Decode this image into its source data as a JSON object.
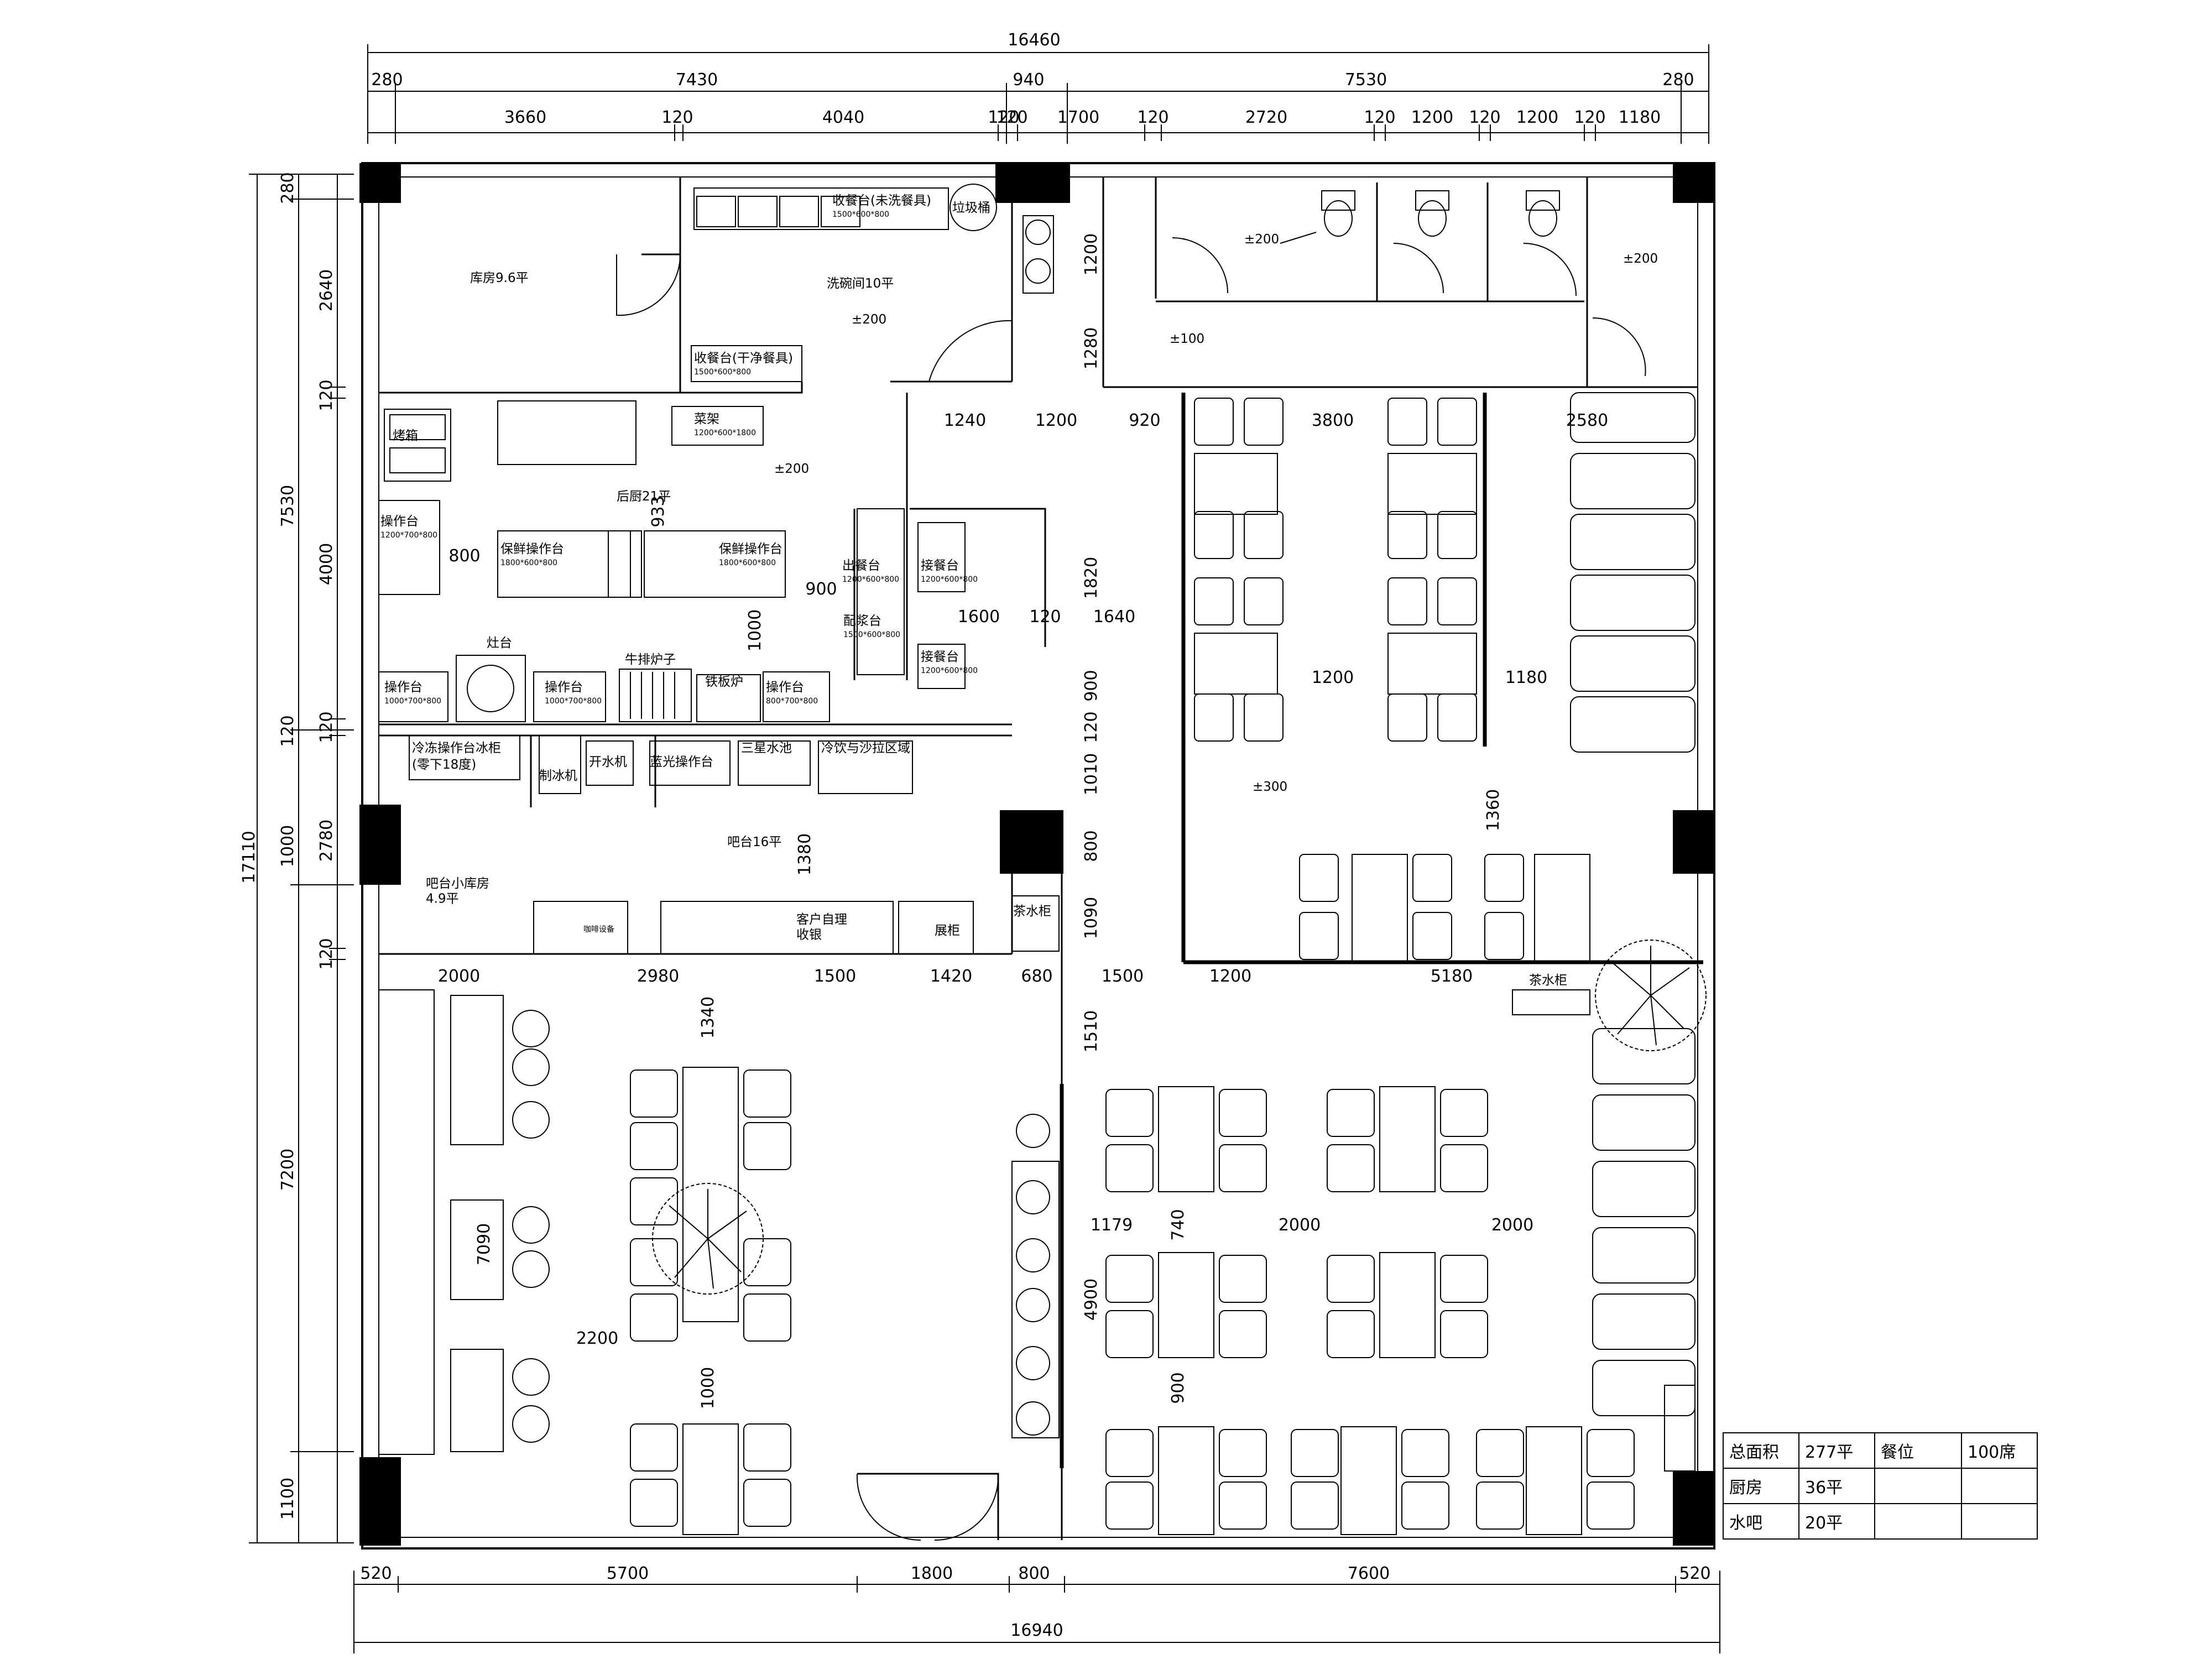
{
  "dimensions": {
    "top_overall": "16460",
    "top_row1": [
      "280",
      "7430",
      "940",
      "7530",
      "280"
    ],
    "top_row2": [
      "3660",
      "120",
      "4040",
      "120",
      "120",
      "1700",
      "120",
      "2720",
      "120",
      "1200",
      "120",
      "1200",
      "120",
      "1180"
    ],
    "left_overall": "17110",
    "left_row1": [
      "280",
      "7530",
      "120",
      "1000",
      "7200",
      "1100"
    ],
    "left_row2": [
      "2640",
      "120",
      "4000",
      "120",
      "2780",
      "120"
    ],
    "bottom_overall": "16940",
    "bottom_row": [
      "520",
      "5700",
      "1800",
      "800",
      "7600",
      "520"
    ],
    "interior": [
      "1240",
      "1200",
      "920",
      "3800",
      "2580",
      "1200",
      "1280",
      "800",
      "900",
      "1820",
      "1000",
      "1600",
      "120",
      "1640",
      "900",
      "120",
      "1010",
      "800",
      "1090",
      "1380",
      "1200",
      "1180",
      "1360",
      "2000",
      "2980",
      "1500",
      "1420",
      "680",
      "1500",
      "1200",
      "5180",
      "1340",
      "1510",
      "7090",
      "2200",
      "1000",
      "1179",
      "740",
      "2000",
      "2000",
      "4900",
      "900",
      "933"
    ]
  },
  "rooms": {
    "storage": "库房9.6平",
    "dish_room": "洗碗间10平",
    "back_kitchen": "后厨21平",
    "bar": "吧台16平",
    "bar_storage": "吧台小库房\n4.9平"
  },
  "equipment": [
    {
      "name": "收餐台(未洗餐具)",
      "spec": "1500*600*800"
    },
    {
      "name": "垃圾桶",
      "spec": ""
    },
    {
      "name": "收餐台(干净餐具)",
      "spec": "1500*600*800"
    },
    {
      "name": "烤箱",
      "spec": ""
    },
    {
      "name": "菜架",
      "spec": "1200*600*1800"
    },
    {
      "name": "操作台",
      "spec": "1200*700*800"
    },
    {
      "name": "保鲜操作台",
      "spec": "1800*600*800"
    },
    {
      "name": "保鲜操作台",
      "spec": "1800*600*800"
    },
    {
      "name": "出餐台",
      "spec": "1200*600*800"
    },
    {
      "name": "接餐台",
      "spec": "1200*600*800"
    },
    {
      "name": "配浆台",
      "spec": "1500*600*800"
    },
    {
      "name": "接餐台",
      "spec": "1200*600*800"
    },
    {
      "name": "灶台",
      "spec": ""
    },
    {
      "name": "操作台",
      "spec": "1000*700*800"
    },
    {
      "name": "操作台",
      "spec": "1000*700*800"
    },
    {
      "name": "牛排炉子",
      "spec": ""
    },
    {
      "name": "铁板炉",
      "spec": ""
    },
    {
      "name": "操作台",
      "spec": "800*700*800"
    },
    {
      "name": "冷冻操作台冰柜",
      "spec": "(零下18度)"
    },
    {
      "name": "制冰机",
      "spec": ""
    },
    {
      "name": "开水机",
      "spec": ""
    },
    {
      "name": "蓝光操作台",
      "spec": ""
    },
    {
      "name": "三星水池",
      "spec": ""
    },
    {
      "name": "冷饮与沙拉区域",
      "spec": ""
    },
    {
      "name": "客户自理\n收银",
      "spec": ""
    },
    {
      "name": "展柜",
      "spec": ""
    },
    {
      "name": "茶水柜",
      "spec": ""
    },
    {
      "name": "茶水柜",
      "spec": ""
    },
    {
      "name": "咖啡设备",
      "spec": ""
    }
  ],
  "levels": [
    "±200",
    "±200",
    "±200",
    "±100",
    "±200",
    "±300"
  ],
  "summary": [
    [
      "总面积",
      "277平",
      "餐位",
      "100席"
    ],
    [
      "厨房",
      "36平",
      "",
      ""
    ],
    [
      "水吧",
      "20平",
      "",
      ""
    ]
  ]
}
